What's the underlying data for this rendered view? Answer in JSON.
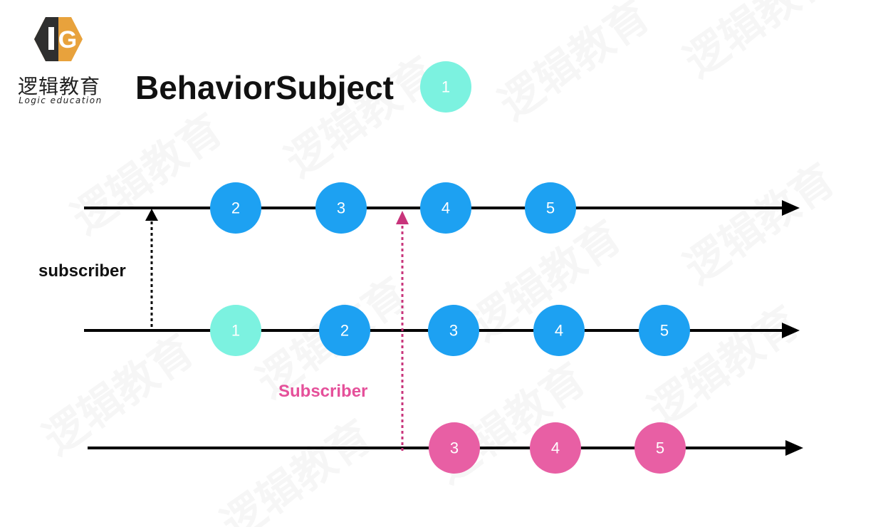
{
  "header": {
    "title": "BehaviorSubject",
    "initial_value": "1"
  },
  "logo": {
    "mark": "G",
    "name_cn": "逻辑教育",
    "name_en": "Logic education",
    "colors": {
      "hex": "#e8a23c",
      "dark": "#2f2f2f",
      "light": "#ffffff"
    }
  },
  "colors": {
    "initial_marble": "#7cf2e0",
    "source_marble": "#1da1f2",
    "late_marble": "#e85fa4",
    "early_arrow": "#000000",
    "late_arrow": "#c8347b",
    "timeline": "#000000",
    "marble_text": "#ffffff"
  },
  "labels": {
    "early_subscriber": "subscriber",
    "late_subscriber": "Subscriber"
  },
  "timelines": [
    {
      "name": "source",
      "marbles": [
        {
          "value": "2",
          "color": "source"
        },
        {
          "value": "3",
          "color": "source"
        },
        {
          "value": "4",
          "color": "source"
        },
        {
          "value": "5",
          "color": "source"
        }
      ]
    },
    {
      "name": "early-subscriber",
      "marbles": [
        {
          "value": "1",
          "color": "initial"
        },
        {
          "value": "2",
          "color": "source"
        },
        {
          "value": "3",
          "color": "source"
        },
        {
          "value": "4",
          "color": "source"
        },
        {
          "value": "5",
          "color": "source"
        }
      ]
    },
    {
      "name": "late-subscriber",
      "marbles": [
        {
          "value": "3",
          "color": "late"
        },
        {
          "value": "4",
          "color": "late"
        },
        {
          "value": "5",
          "color": "late"
        }
      ]
    }
  ],
  "watermark": {
    "text": "逻辑教育"
  }
}
